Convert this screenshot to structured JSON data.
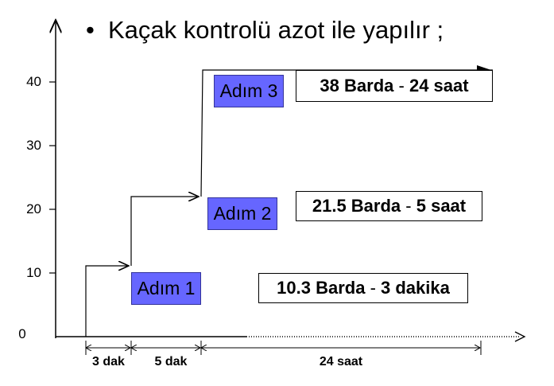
{
  "heading": {
    "bullet": "•",
    "text": "Kaçak kontrolü azot ile yapılır ;"
  },
  "y_ticks": [
    "0",
    "10",
    "20",
    "30",
    "40"
  ],
  "steps": [
    {
      "label": "Adım 1",
      "detail_value": "10.3 Barda",
      "detail_sep": "-",
      "detail_time": "3 dakika"
    },
    {
      "label": "Adım 2",
      "detail_value": "21.5 Barda",
      "detail_sep": "-",
      "detail_time": "5 saat"
    },
    {
      "label": "Adım 3",
      "detail_value": "38 Barda",
      "detail_sep": "-",
      "detail_time": "24 saat"
    }
  ],
  "durations": [
    "3 dak",
    "5 dak",
    "24 saat"
  ],
  "colors": {
    "step_fill": "#6666ff",
    "line": "#000000",
    "box_border": "#000000"
  }
}
